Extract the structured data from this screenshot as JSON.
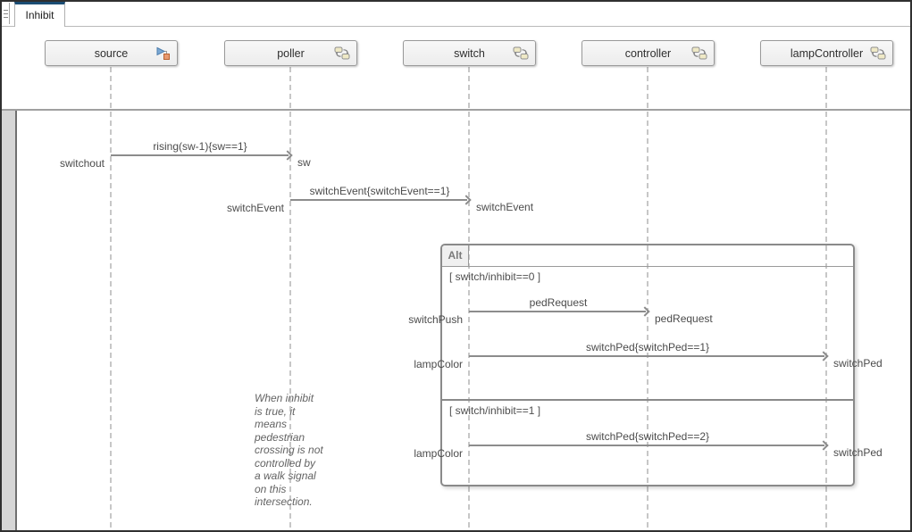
{
  "window": {
    "tab_label": "Inhibit"
  },
  "lifelines": [
    {
      "label": "source",
      "icon": "signal-source-icon"
    },
    {
      "label": "poller",
      "icon": "stateflow-chart-icon"
    },
    {
      "label": "switch",
      "icon": "stateflow-chart-icon"
    },
    {
      "label": "controller",
      "icon": "stateflow-chart-icon"
    },
    {
      "label": "lampController",
      "icon": "stateflow-chart-icon"
    }
  ],
  "messages": [
    {
      "label": "rising(sw-1){sw==1}",
      "source_port": "switchout",
      "target_port": "sw",
      "from": "source",
      "to": "poller"
    },
    {
      "label": "switchEvent{switchEvent==1}",
      "source_port": "switchEvent",
      "target_port": "switchEvent",
      "from": "poller",
      "to": "switch"
    },
    {
      "label": "pedRequest",
      "source_port": "switchPush",
      "target_port": "pedRequest",
      "from": "switch",
      "to": "controller"
    },
    {
      "label": "switchPed{switchPed==1}",
      "source_port": "lampColor",
      "target_port": "switchPed",
      "from": "switch",
      "to": "lampController"
    },
    {
      "label": "switchPed{switchPed==2}",
      "source_port": "lampColor",
      "target_port": "switchPed",
      "from": "switch",
      "to": "lampController"
    }
  ],
  "alt_fragment": {
    "operator_label": "Alt",
    "guard_1": "[ switch/inhibit==0 ]",
    "guard_2": "[ switch/inhibit==1 ]"
  },
  "annotation": {
    "text": "When inhibit\nis true, it\nmeans\npedestrian\ncrossing is not\ncontrolled by\na walk signal\non this\nintersection."
  },
  "colors": {
    "tab_accent": "#1b4d74",
    "arrow": "#8c8c8c",
    "lifeline_dash": "#c7c7c7",
    "header_fill": "#f0f0f0",
    "header_border": "#999999",
    "fragment_border": "#8a8a8a",
    "source_icon_triangle": "#7aa8d4",
    "source_icon_square": "#e89a70",
    "stateflow_icon_fill": "#efe9c6"
  }
}
